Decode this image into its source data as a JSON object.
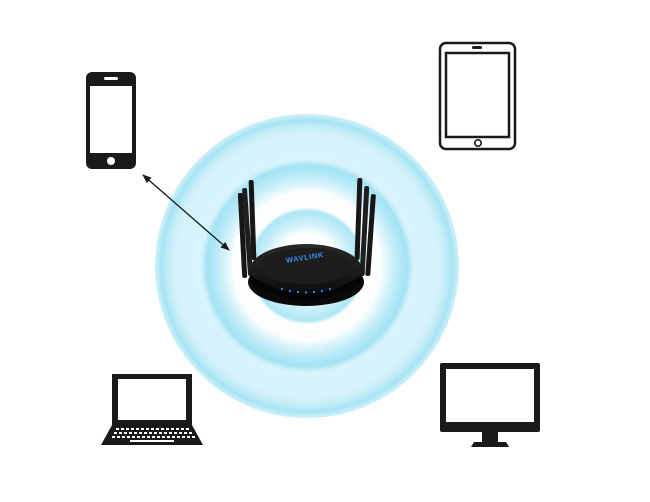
{
  "router": {
    "brand_text": "WAVLINK"
  },
  "devices": [
    {
      "id": "smartphone",
      "icon": "smartphone-icon"
    },
    {
      "id": "tablet",
      "icon": "tablet-icon"
    },
    {
      "id": "laptop",
      "icon": "laptop-icon"
    },
    {
      "id": "monitor",
      "icon": "desktop-monitor-icon"
    }
  ],
  "connection": {
    "from": "router",
    "to": "smartphone",
    "style": "double-headed-arrow"
  },
  "colors": {
    "wifi_signal": "#6fd3ec",
    "device_outline": "#1a1a1a",
    "router_body": "#141414",
    "router_led": "#2e8fff"
  }
}
